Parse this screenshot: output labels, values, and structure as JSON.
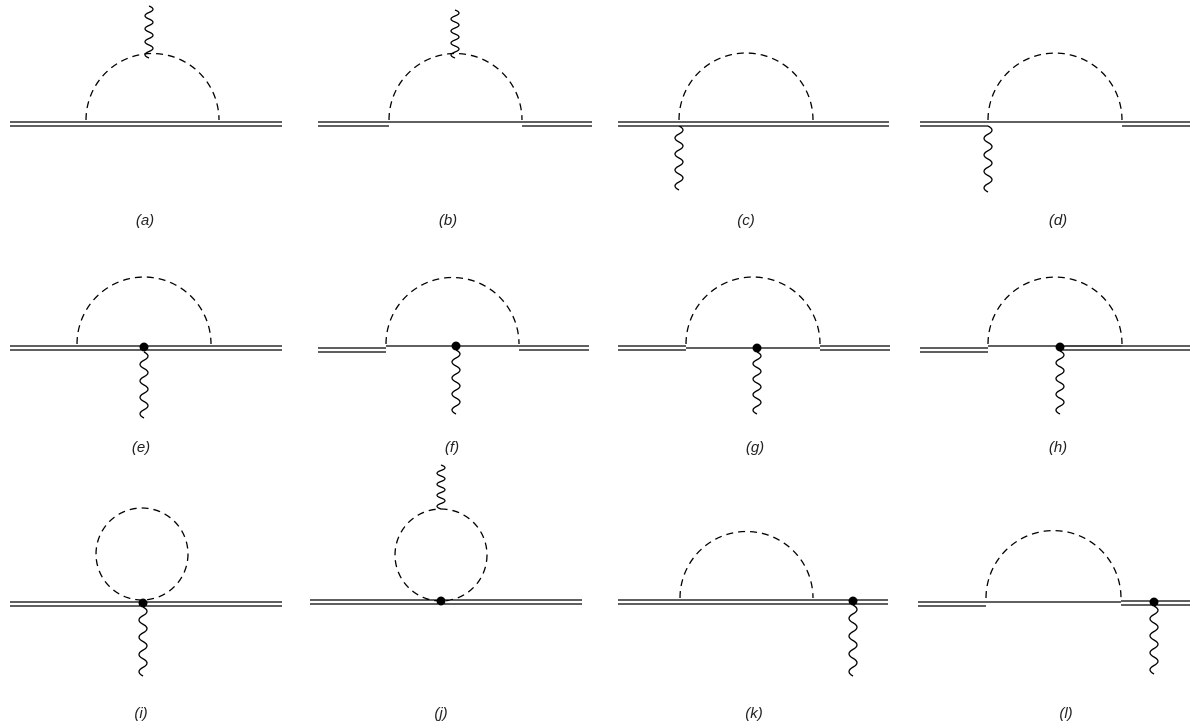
{
  "diagrams": [
    {
      "id": "a",
      "label": "(a)"
    },
    {
      "id": "b",
      "label": "(b)"
    },
    {
      "id": "c",
      "label": "(c)"
    },
    {
      "id": "d",
      "label": "(d)"
    },
    {
      "id": "e",
      "label": "(e)"
    },
    {
      "id": "f",
      "label": "(f)"
    },
    {
      "id": "g",
      "label": "(g)"
    },
    {
      "id": "h",
      "label": "(h)"
    },
    {
      "id": "i",
      "label": "(i)"
    },
    {
      "id": "j",
      "label": "(j)"
    },
    {
      "id": "k",
      "label": "(k)"
    },
    {
      "id": "l",
      "label": "(l)"
    }
  ],
  "colors": {
    "line": "#000000",
    "caption": "#222222",
    "background": "#ffffff"
  }
}
